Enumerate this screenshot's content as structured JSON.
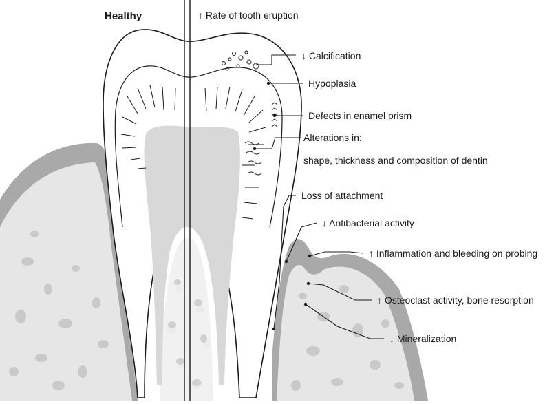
{
  "diagram": {
    "title_left": "Healthy",
    "labels": {
      "eruption": "↑ Rate of tooth eruption",
      "calcification": "↓ Calcification",
      "hypoplasia": "Hypoplasia",
      "enamel_prism": "Defects in enamel prism",
      "alterations_line1": "Alterations in:",
      "alterations_line2": "shape, thickness and composition of dentin",
      "attachment": "Loss of attachment",
      "antibacterial": "↓ Antibacterial activity",
      "inflammation": "↑ Inflammation and bleeding on probing",
      "osteoclast": "↑ Osteoclast activity, bone resorption",
      "mineralization": "↓ Mineralization"
    },
    "colors": {
      "ink": "#1a1a1a",
      "gingiva": "#a9a9a9",
      "bone": "#e6e6e6",
      "bone_pores": "#c9c9c9",
      "dentin": "#ffffff",
      "pulp": "#d8d8d8",
      "enamel": "#ffffff"
    }
  }
}
